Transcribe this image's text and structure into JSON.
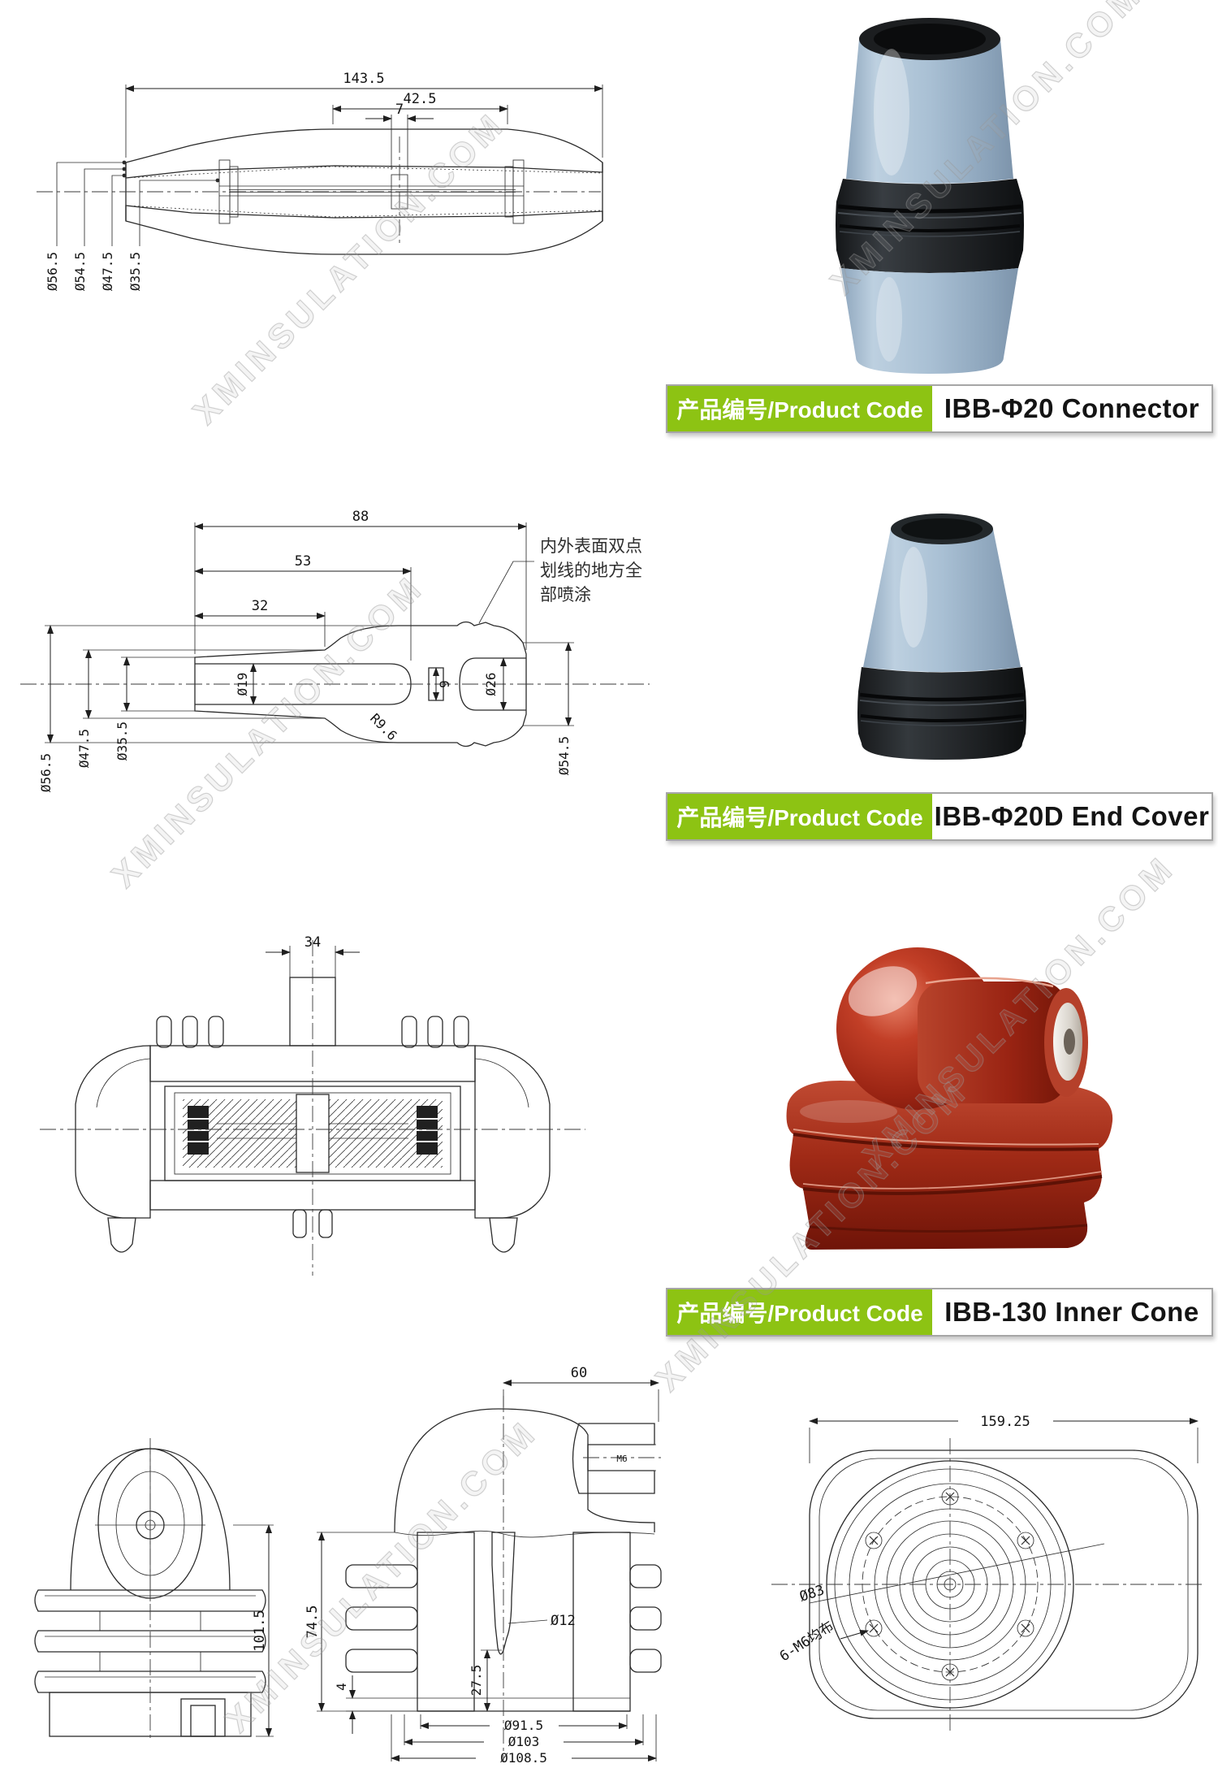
{
  "watermark": {
    "text": "XMINSULATION.COM"
  },
  "label_bar": {
    "title": "产品编号/Product Code",
    "green_color": "#8dc313"
  },
  "products": {
    "connector": {
      "code": "IBB-Φ20 Connector"
    },
    "end_cover": {
      "code": "IBB-Φ20D End Cover"
    },
    "inner_cone": {
      "code": "IBB-130 Inner Cone"
    }
  },
  "colors": {
    "label_green": "#8dc313",
    "product_blue": "#a9c0d4",
    "product_black": "#222629",
    "product_red": "#a0291a"
  },
  "drawings": {
    "connector": {
      "len_overall": "143.5",
      "len_mid": "42.5",
      "len_small": "7",
      "dia_outer": "Ø56.5",
      "dia_2": "Ø54.5",
      "dia_3": "Ø47.5",
      "dia_4": "Ø35.5"
    },
    "end_cover": {
      "len_overall": "88",
      "len_mid": "53",
      "len_inner": "32",
      "dia_outer": "Ø56.5",
      "dia_2": "Ø47.5",
      "dia_3": "Ø35.5",
      "dia_bore": "Ø19",
      "radius": "R9.6",
      "slot": "9",
      "dia_cavity": "Ø26",
      "dia_end": "Ø54.5",
      "note_line1": "内外表面双点",
      "note_line2": "划线的地方全",
      "note_line3": "部喷涂"
    },
    "inner_cone": {
      "len_top": "34"
    },
    "side_view": {
      "height": "101.5"
    },
    "front_view": {
      "len_top": "60",
      "height": "74.5",
      "step": "4",
      "depth": "27.5",
      "dia_pin": "Ø12",
      "thread": "M6",
      "dia_1": "Ø91.5",
      "dia_2": "Ø103",
      "dia_3": "Ø108.5"
    },
    "top_view": {
      "width": "159.25",
      "dia_bolt_circle": "Ø83",
      "bolt_note": "6-M6均布"
    }
  }
}
